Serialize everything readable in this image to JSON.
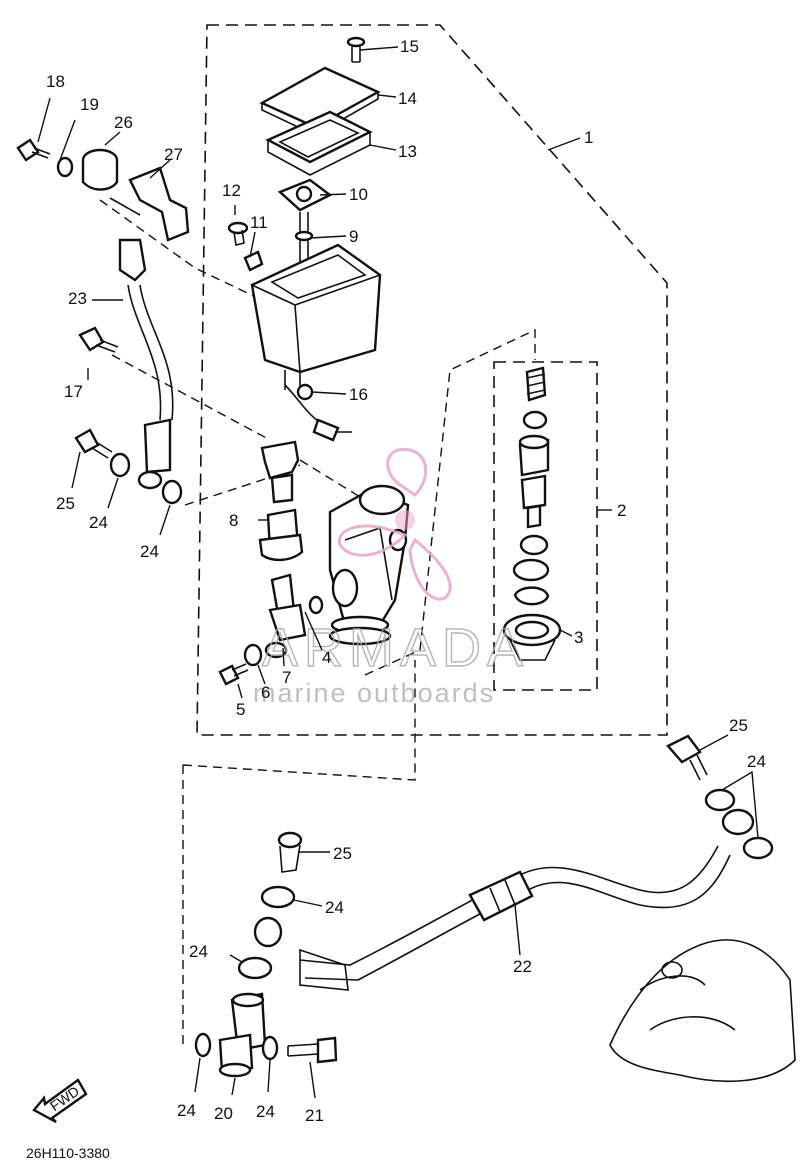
{
  "diagram": {
    "part_numbers": [
      "1",
      "2",
      "3",
      "4",
      "5",
      "6",
      "7",
      "8",
      "9",
      "10",
      "11",
      "12",
      "13",
      "14",
      "15",
      "16",
      "17",
      "18",
      "19",
      "20",
      "21",
      "22",
      "23",
      "24",
      "25",
      "26",
      "27"
    ],
    "repeat_labels": {
      "p24": "24",
      "p25": "25"
    },
    "direction_tag": "FWD",
    "drawing_code": "26H110-3380"
  },
  "watermark": {
    "brand": "ARMADA",
    "tagline": "marine outboards",
    "accent_color": "#e8a6c8"
  },
  "colors": {
    "ink": "#111111",
    "paper": "#ffffff",
    "watermark_gray": "#aaaaaa"
  }
}
